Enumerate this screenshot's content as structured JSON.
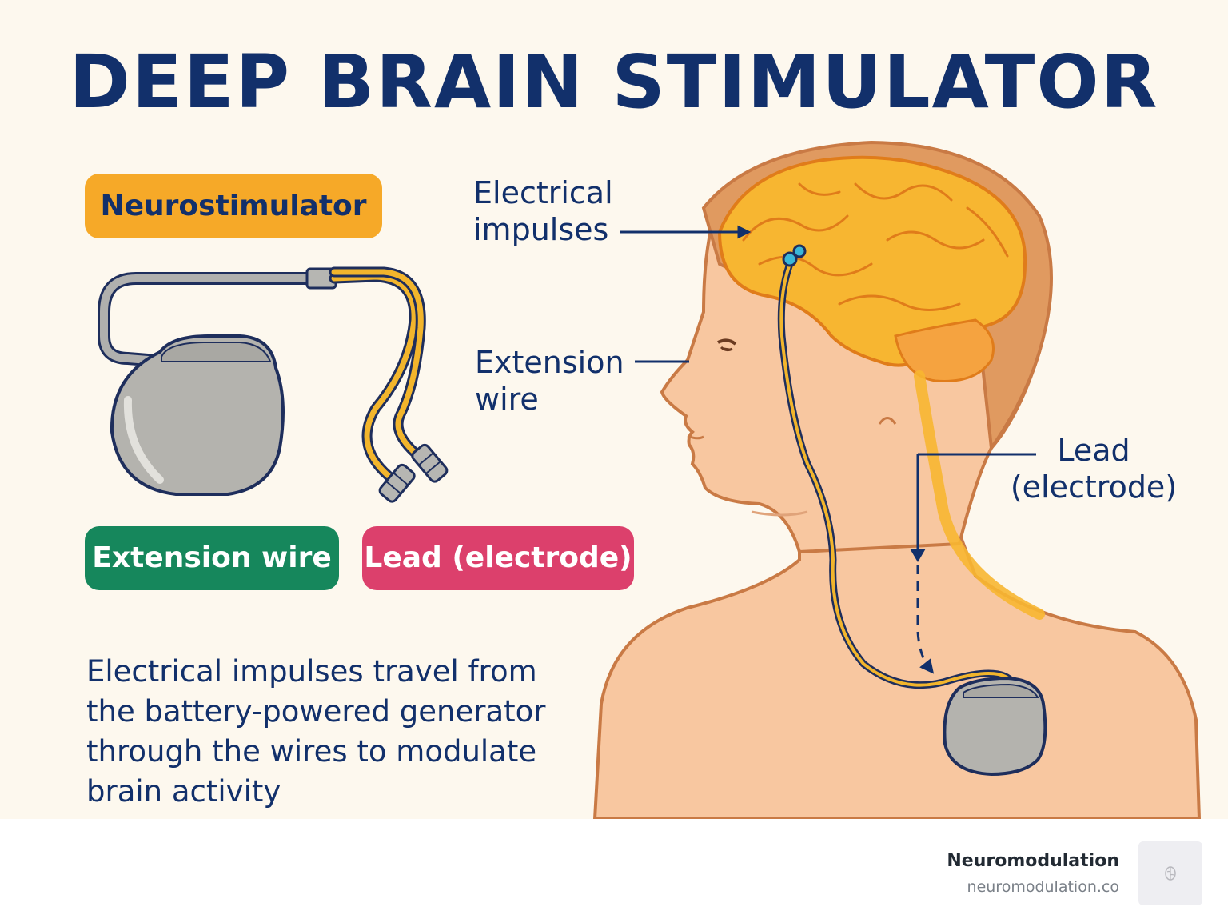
{
  "title": "DEEP BRAIN STIMULATOR",
  "device_labels": {
    "neurostimulator": "Neurostimulator",
    "extension_wire": "Extension wire",
    "lead": "Lead (electrode)"
  },
  "callouts": {
    "impulses": "Electrical impulses",
    "extension": "Extension wire",
    "lead": "Lead (electrode)"
  },
  "caption": "Electrical impulses travel from the battery-powered generator through the wires to modulate brain activity",
  "brand": {
    "name": "Neuromodulation",
    "url": "neuromodulation.co",
    "logo_icon": "brain-logo-icon"
  },
  "colors": {
    "title": "#12306b",
    "neurostimulator_pill": "#f6a928",
    "extension_pill": "#16875c",
    "lead_pill": "#dc406c",
    "panel_background": "#fdf8ee",
    "skin": "#f8c7a0",
    "brain": "#f7b631",
    "wire": "#f2b52c"
  }
}
